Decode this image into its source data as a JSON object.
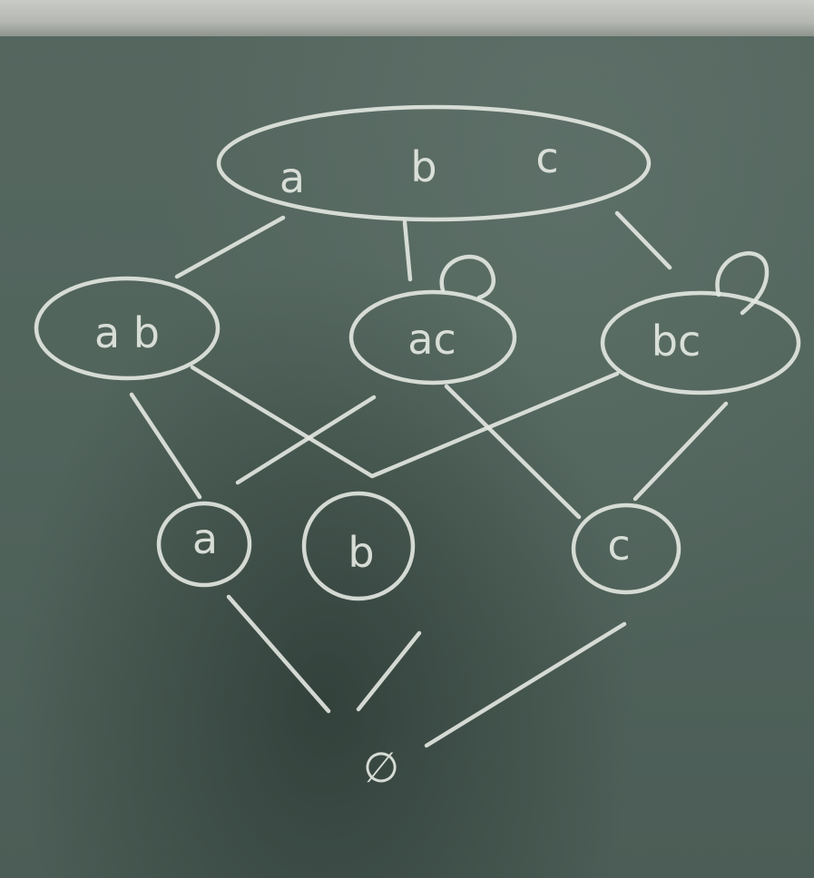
{
  "board": {
    "nodes": {
      "abc": [
        "a",
        "b",
        "c"
      ],
      "ab": "a b",
      "ac": "ac",
      "bc": "bc",
      "a": "a",
      "b": "b",
      "c": "c",
      "empty": "∅"
    }
  }
}
